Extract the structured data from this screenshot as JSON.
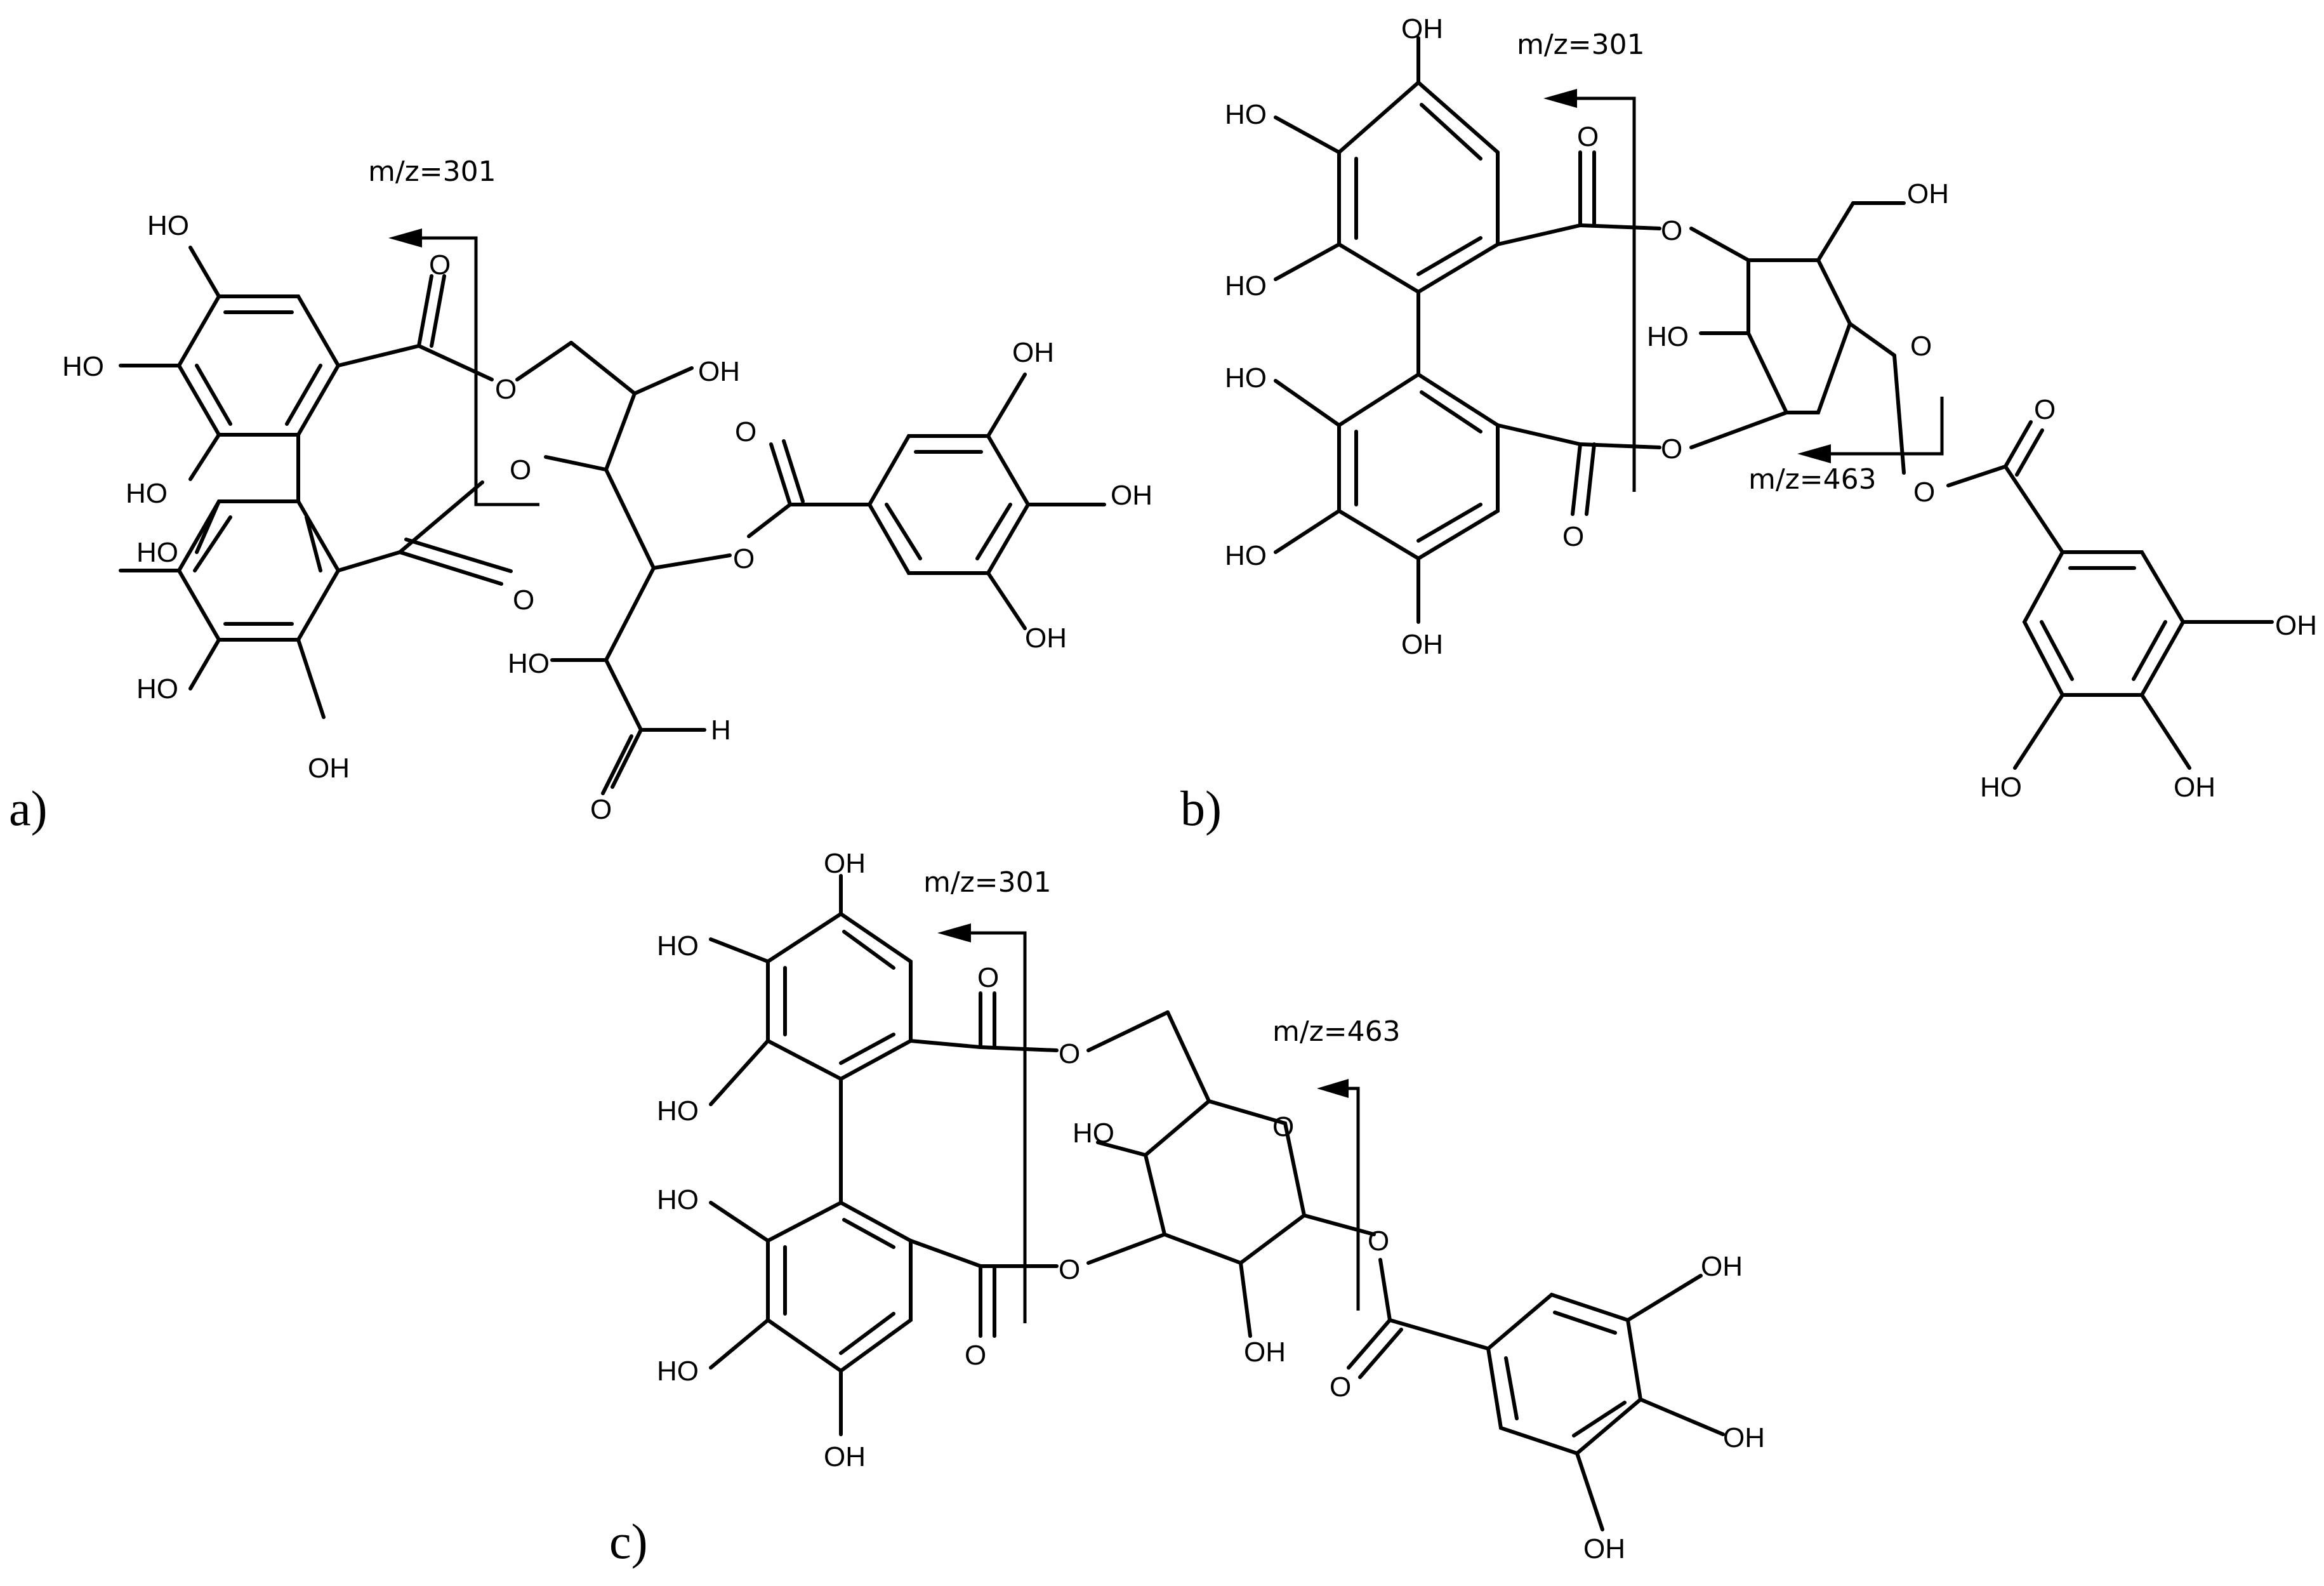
{
  "panels": [
    {
      "id": "a",
      "label": "a)",
      "annotations": [
        "m/z=301"
      ],
      "atom_labels": [
        "HO",
        "HO",
        "HO",
        "HO",
        "HO",
        "OH",
        "O",
        "O",
        "O",
        "O",
        "OH",
        "O",
        "O",
        "OH",
        "OH",
        "OH",
        "HO",
        "O",
        "H"
      ]
    },
    {
      "id": "b",
      "label": "b)",
      "annotations": [
        "m/z=301",
        "m/z=463"
      ],
      "atom_labels": [
        "OH",
        "HO",
        "HO",
        "HO",
        "HO",
        "OH",
        "O",
        "O",
        "O",
        "O",
        "OH",
        "HO",
        "O",
        "O",
        "O",
        "OH",
        "HO",
        "OH"
      ]
    },
    {
      "id": "c",
      "label": "c)",
      "annotations": [
        "m/z=301",
        "m/z=463"
      ],
      "atom_labels": [
        "OH",
        "HO",
        "HO",
        "HO",
        "HO",
        "OH",
        "O",
        "O",
        "O",
        "O",
        "HO",
        "O",
        "OH",
        "O",
        "O",
        "OH",
        "OH",
        "OH"
      ]
    }
  ]
}
